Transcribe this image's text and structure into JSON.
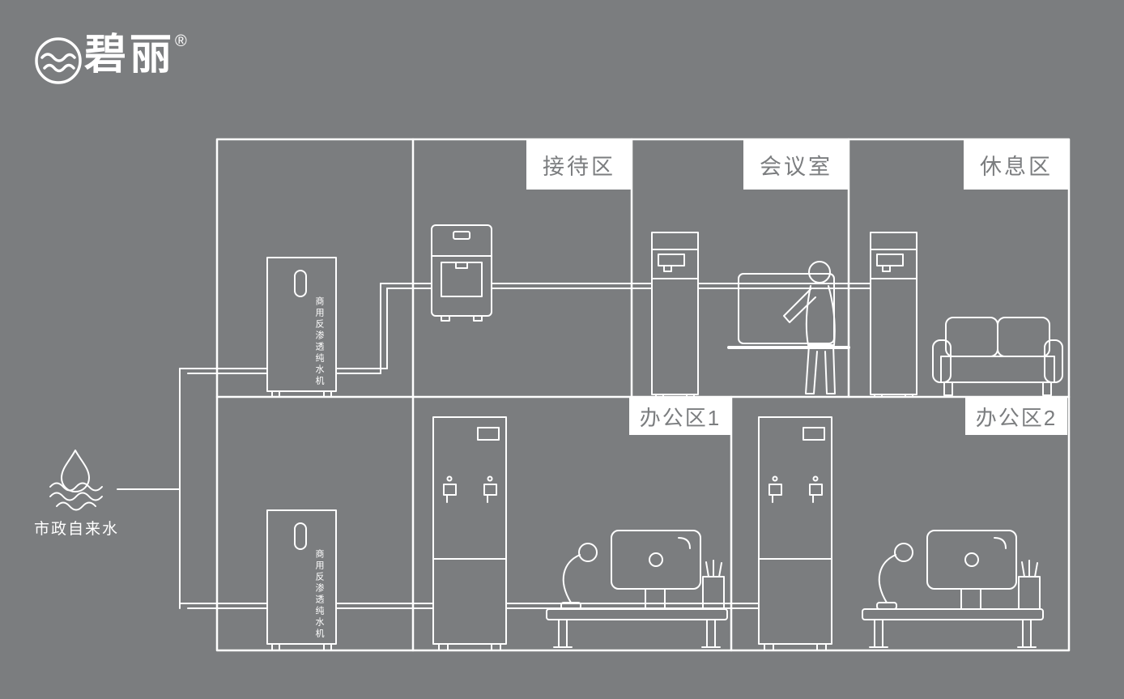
{
  "brand": {
    "logo_text": "碧丽",
    "registered_mark": "®"
  },
  "water_source": {
    "label": "市政自来水"
  },
  "rooms": {
    "reception": {
      "label": "接待区"
    },
    "meeting": {
      "label": "会议室"
    },
    "rest": {
      "label": "休息区"
    },
    "office1": {
      "label": "办公区1"
    },
    "office2": {
      "label": "办公区2"
    }
  },
  "equipment": {
    "ro_machine_label": "商用反渗透纯水机"
  },
  "colors": {
    "background": "#7b7d7f",
    "line": "#ffffff",
    "label_bg": "#ffffff",
    "label_text": "#7b7d7f"
  }
}
